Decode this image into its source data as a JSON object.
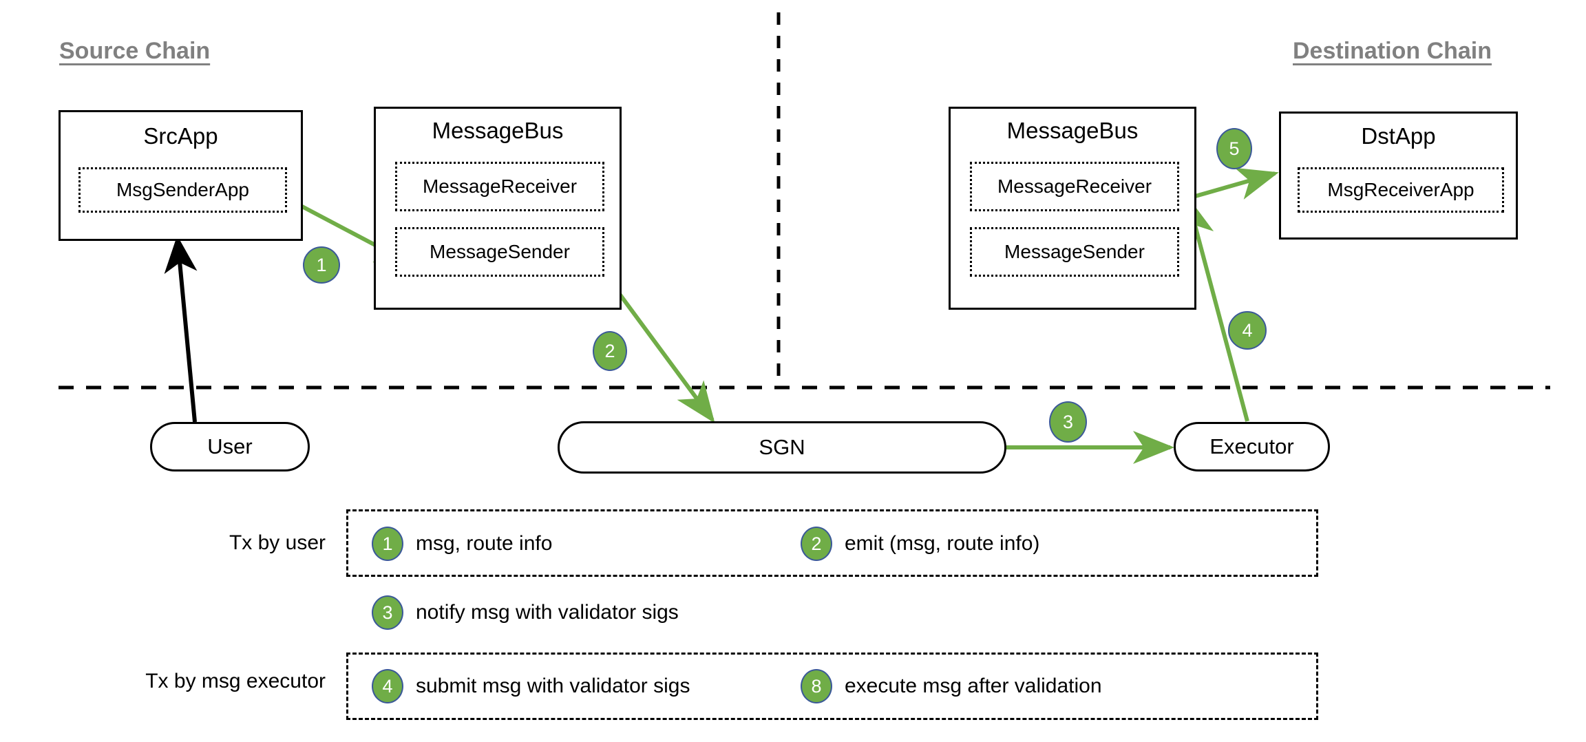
{
  "chains": {
    "source": {
      "title": "Source Chain"
    },
    "destination": {
      "title": "Destination Chain"
    }
  },
  "components": {
    "src_app": {
      "title": "SrcApp",
      "inner": [
        "MsgSenderApp"
      ]
    },
    "src_message_bus": {
      "title": "MessageBus",
      "inner": [
        "MessageReceiver",
        "MessageSender"
      ]
    },
    "dst_message_bus": {
      "title": "MessageBus",
      "inner": [
        "MessageReceiver",
        "MessageSender"
      ]
    },
    "dst_app": {
      "title": "DstApp",
      "inner": [
        "MsgReceiverApp"
      ]
    }
  },
  "actors": {
    "user": "User",
    "sgn": "SGN",
    "executor": "Executor"
  },
  "flow_steps": [
    {
      "id": "1",
      "number": "1"
    },
    {
      "id": "2",
      "number": "2"
    },
    {
      "id": "3",
      "number": "3"
    },
    {
      "id": "4",
      "number": "4"
    },
    {
      "id": "5",
      "number": "5"
    }
  ],
  "legend": {
    "row_user_label": "Tx by user",
    "row_executor_label": "Tx by msg executor",
    "entries": {
      "user_left": {
        "number": "1",
        "text": "msg, route info"
      },
      "user_right": {
        "number": "2",
        "text": "emit (msg, route info)"
      },
      "standalone": {
        "number": "3",
        "text": "notify msg with validator sigs"
      },
      "executor_left": {
        "number": "4",
        "text": "submit msg with validator sigs"
      },
      "executor_right": {
        "number": "8",
        "text": "execute msg after validation"
      }
    }
  },
  "colors": {
    "accent_green": "#70ad47",
    "badge_border": "#3b5998",
    "heading_gray": "#808080",
    "stroke_black": "#000000"
  }
}
